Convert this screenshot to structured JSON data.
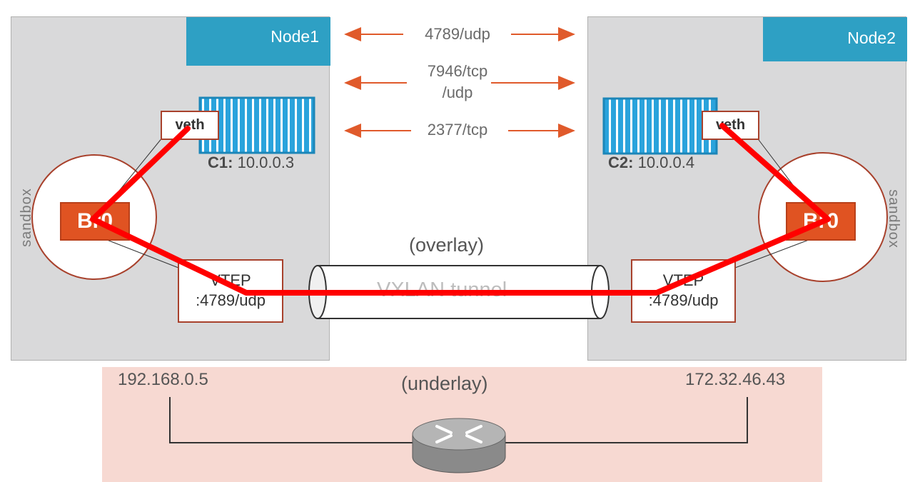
{
  "nodes": {
    "node1": {
      "name": "Node1",
      "container": {
        "label": "C1:",
        "ip": "10.0.0.3"
      },
      "veth": "veth",
      "bridge": "Br0",
      "vtep": {
        "line1": "VTEP",
        "line2": ":4789/udp"
      },
      "sandbox": "sandbox"
    },
    "node2": {
      "name": "Node2",
      "container": {
        "label": "C2:",
        "ip": "10.0.0.4"
      },
      "veth": "veth",
      "bridge": "Br0",
      "vtep": {
        "line1": "VTEP",
        "line2": ":4789/udp"
      },
      "sandbox": "sandbox"
    }
  },
  "ports": [
    {
      "text": "4789/udp"
    },
    {
      "text": "7946/tcp\n/udp"
    },
    {
      "text": "2377/tcp"
    }
  ],
  "overlay_label": "(overlay)",
  "tunnel_label": "VXLAN tunnel",
  "underlay": {
    "label": "(underlay)",
    "left_ip": "192.168.0.5",
    "right_ip": "172.32.46.43"
  },
  "colors": {
    "node_bg": "#d9d9da",
    "node_tab": "#2ea0c4",
    "bridge": "#e05322",
    "path": "#ff0000",
    "arrow": "#e05a2b",
    "underlay_bg": "#f7d9d2",
    "container": "#2aa3dc"
  },
  "icons": {
    "router": "router-icon",
    "container": "container-icon"
  }
}
